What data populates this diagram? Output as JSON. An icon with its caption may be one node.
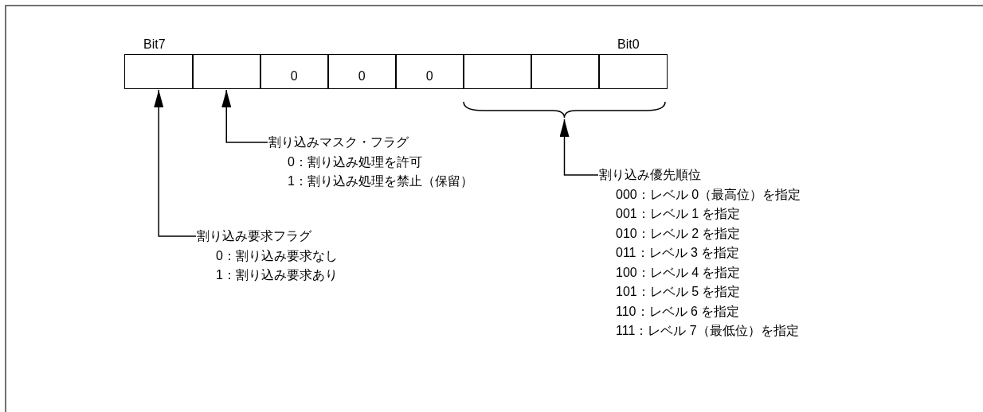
{
  "diagram": {
    "nodes": [
      {
        "text": [],
        "shape": "box",
        "beside": [
          "Bit7"
        ]
      },
      {
        "text": [],
        "shape": "box"
      },
      {
        "text": [
          "0"
        ]
      },
      {
        "text": [
          "0"
        ]
      },
      {
        "text": [
          "0"
        ]
      },
      {
        "text": [],
        "shape": "box"
      },
      {
        "text": [],
        "shape": "box"
      },
      {
        "text": [],
        "shape": "box",
        "beside": [
          "Bit0"
        ]
      },
      {
        "text": [
          "割り込みマスク・フラグ",
          "0：割り込み処理を許可",
          "1：割り込み処理を禁止（保留）"
        ]
      },
      {
        "text": [
          "割り込み優先順位",
          "000：レベル 0（最高位）を指定",
          "001：レベル 1 を指定",
          "010：レベル 2 を指定",
          "011：レベル 3 を指定",
          "100：レベル 4 を指定",
          "101：レベル 5 を指定",
          "110：レベル 6 を指定",
          "111：レベル 7（最低位）を指定"
        ]
      },
      {
        "text": [
          "割り込み要求フラグ",
          "0：割り込み要求なし",
          "1：割り込み要求あり"
        ]
      },
      {
        "text": [],
        "shape": "brace"
      }
    ],
    "edges": [
      {
        "from": 8,
        "to": 1,
        "arrow": "to"
      },
      {
        "from": 9,
        "to": 11,
        "arrow": "to"
      },
      {
        "from": 10,
        "to": 0,
        "arrow": "to"
      }
    ]
  }
}
